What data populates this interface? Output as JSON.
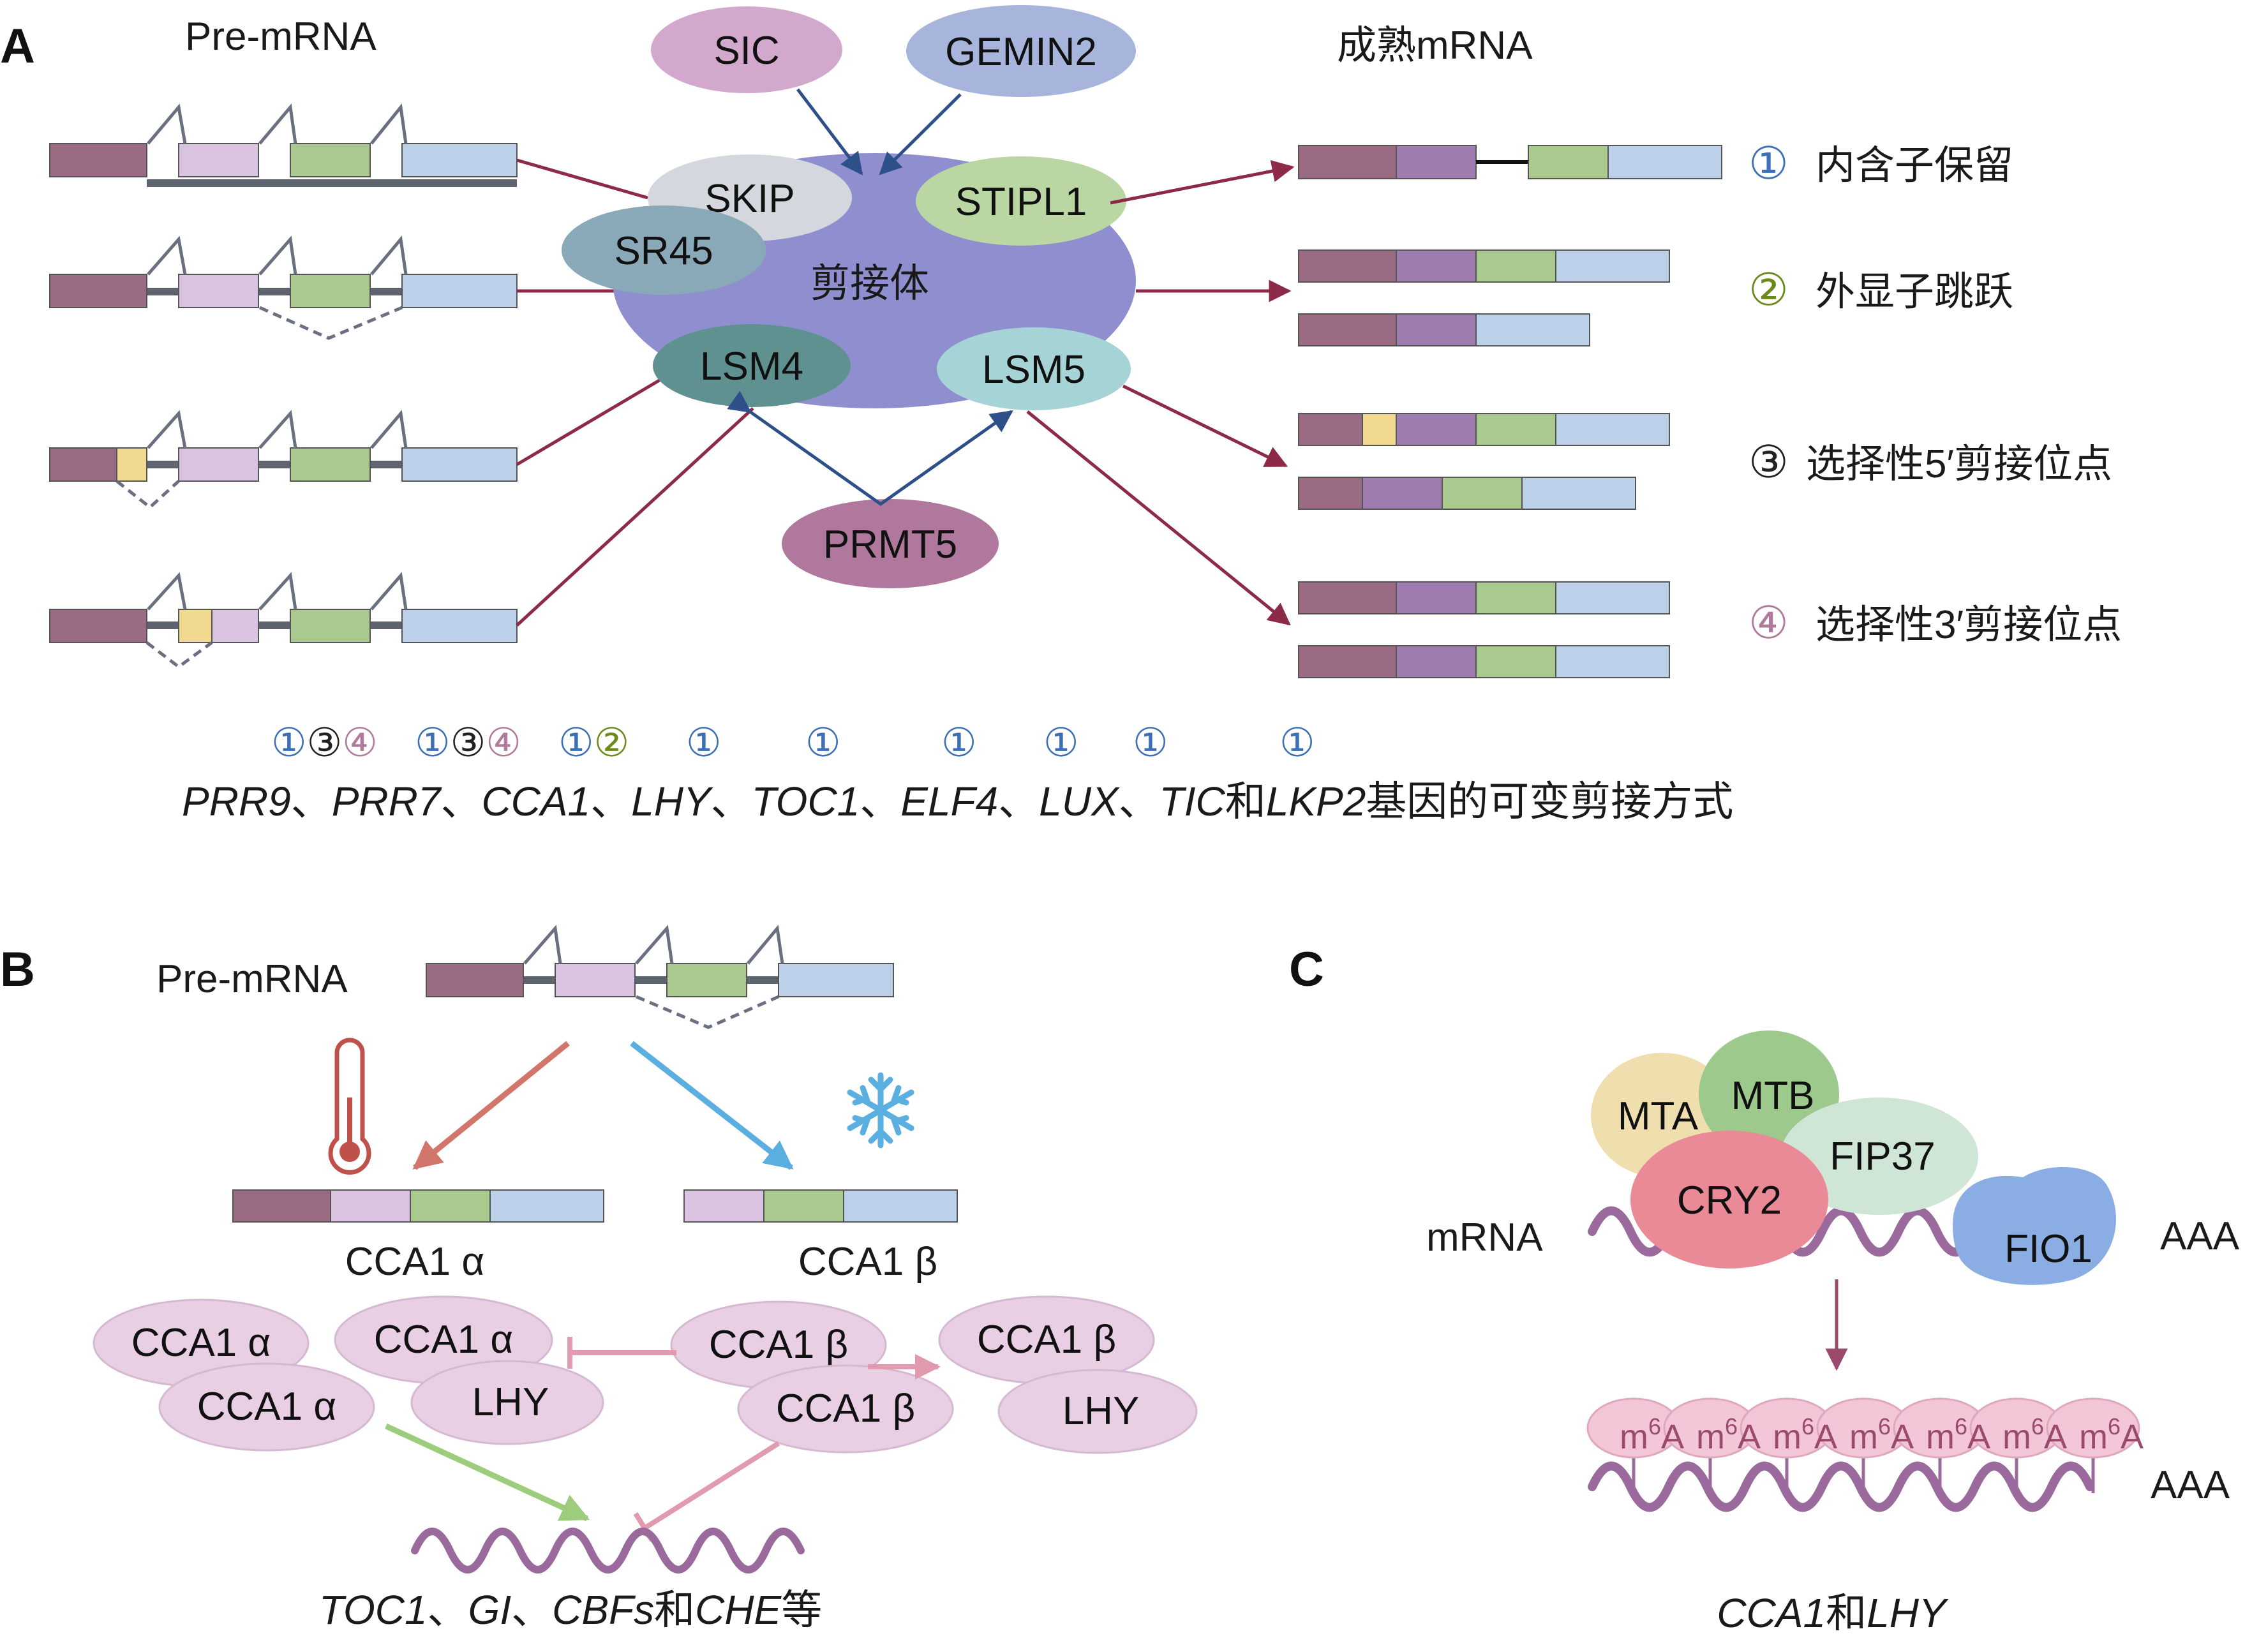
{
  "panelA": {
    "label": "A",
    "pre_mrna": "Pre-mRNA",
    "mature_mrna": "成熟mRNA",
    "spliceosome": "剪接体",
    "proteins": {
      "sic": "SIC",
      "gemin2": "GEMIN2",
      "skip": "SKIP",
      "stipl1": "STIPL1",
      "sr45": "SR45",
      "lsm4": "LSM4",
      "lsm5": "LSM5",
      "prmt5": "PRMT5"
    },
    "types": [
      {
        "num": "①",
        "text": "内含子保留",
        "color": "#3b6fb6"
      },
      {
        "num": "②",
        "text": "外显子跳跃",
        "color": "#6a8a1a"
      },
      {
        "num": "③",
        "text": "选择性5′剪接位点",
        "color": "#222222"
      },
      {
        "num": "④",
        "text": "选择性3′剪接位点",
        "color": "#b07a9a"
      }
    ],
    "gene_marks": [
      "①③④",
      "①③④",
      "①②",
      "①",
      "①",
      "①",
      "①",
      "①",
      "①"
    ],
    "gene_caption": {
      "genes": [
        "PRR9",
        "PRR7",
        "CCA1",
        "LHY",
        "TOC1",
        "ELF4",
        "LUX",
        "TIC",
        "LKP2"
      ],
      "sep": "、",
      "and": "和",
      "tail": "基因的可变剪接方式"
    }
  },
  "panelB": {
    "label": "B",
    "pre_mrna": "Pre-mRNA",
    "alpha_label": "CCA1 α",
    "beta_label": "CCA1 β",
    "complex_alpha": [
      "CCA1 α",
      "CCA1 α",
      "CCA1 α",
      "LHY"
    ],
    "complex_beta": [
      "CCA1 β",
      "CCA1 β",
      "CCA1 β",
      "LHY"
    ],
    "targets": {
      "genes": [
        "TOC1",
        "GI",
        "CBFs",
        "CHE"
      ],
      "sep": "、",
      "and": "和",
      "tail": "等"
    }
  },
  "panelC": {
    "label": "C",
    "mrna": "mRNA",
    "polyA": "AAA",
    "proteins": {
      "mta": "MTA",
      "mtb": "MTB",
      "fip37": "FIP37",
      "cry2": "CRY2",
      "fio1": "FIO1"
    },
    "mod_mark": "m6A",
    "caption": {
      "genes": [
        "CCA1",
        "LHY"
      ],
      "and": "和"
    }
  },
  "colors": {
    "exon1": "#9b6a83",
    "exon2": "#d9c3e0",
    "exon3": "#a9c98f",
    "exon4": "#bcd0ea",
    "exon_purple": "#9e7cb0",
    "exon_yellow": "#f2d990",
    "intron": "#5d6470",
    "arrow_red": "#8c2a48",
    "arrow_blue": "#2d4f8a",
    "heat_arrow": "#d2766c",
    "cold_arrow": "#5aaee0",
    "prot_pink": "#e8cfe4",
    "wave": "#9a6a9c"
  }
}
